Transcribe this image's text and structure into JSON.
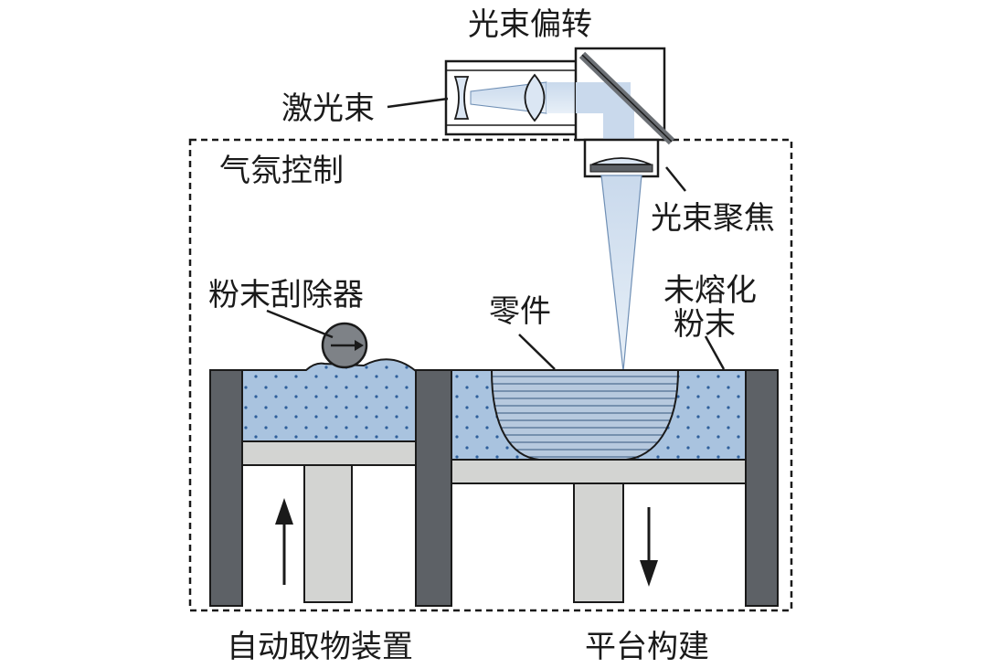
{
  "labels": {
    "beam_deflection": "光束偏转",
    "laser_beam": "激光束",
    "atmosphere_control": "气氛控制",
    "beam_focusing": "光束聚焦",
    "powder_scraper": "粉末刮除器",
    "part": "零件",
    "unmelted_powder_line1": "未熔化",
    "unmelted_powder_line2": "粉末",
    "auto_retrieval_device": "自动取物装置",
    "platform_build": "平台构建"
  },
  "colors": {
    "powder": "#a9c3df",
    "powder_dots": "#2f5f9a",
    "wall": "#5d6166",
    "platform": "#d3d4d2",
    "beam": "#c9d9ec",
    "outline": "#1a1a1a"
  },
  "arrows": {
    "feed_piston": "up",
    "build_piston": "down"
  }
}
